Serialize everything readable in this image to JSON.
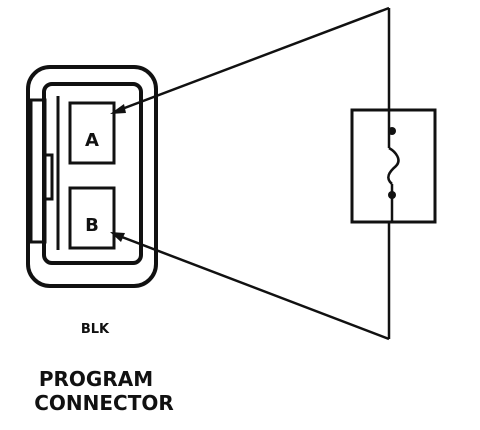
{
  "connector": {
    "pin_a_label": "A",
    "pin_b_label": "B",
    "color_code": "BLK"
  },
  "caption": {
    "line1": "PROGRAM",
    "line2": "CONNECTOR"
  },
  "colors": {
    "ink": "#111111",
    "background": "#ffffff"
  },
  "icons": {
    "resistor": "fuse-resistor-icon"
  }
}
